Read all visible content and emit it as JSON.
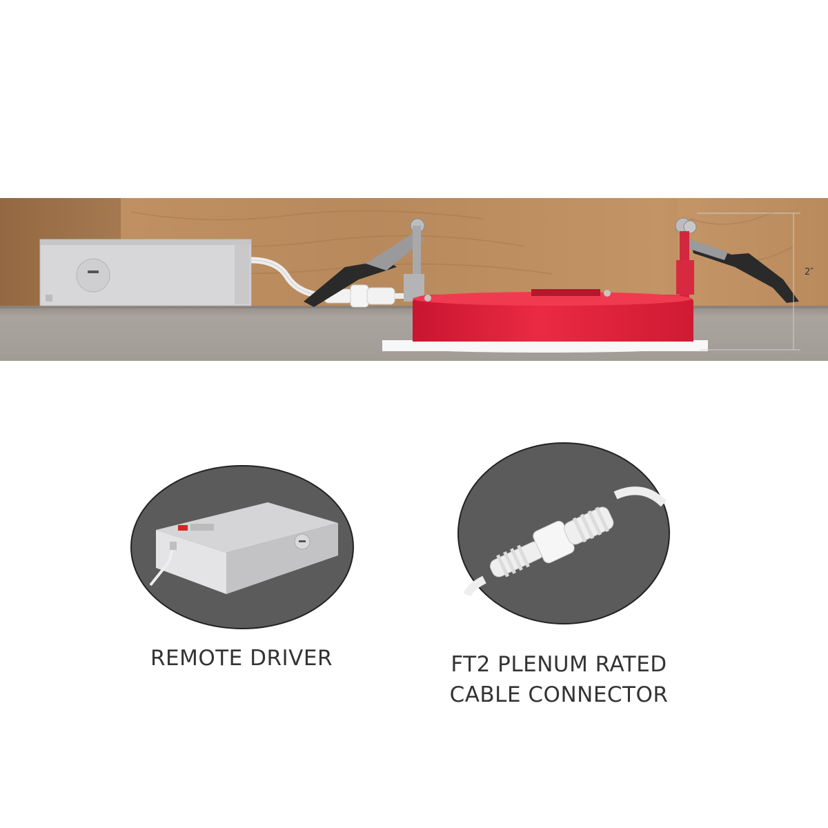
{
  "dimension_label": "2″",
  "captions": {
    "driver": "REMOTE DRIVER",
    "connector_line1": "FT2 PLENUM RATED",
    "connector_line2": "CABLE CONNECTOR"
  },
  "colors": {
    "ceiling": "#a9a39d",
    "wood": "#b9895b",
    "fixture_red": "#e3213a",
    "driver_box": "#d9d9db",
    "circle_bg": "#5a5a5a"
  },
  "icons": [
    "remote-driver-box-icon",
    "cable-connector-icon",
    "recessed-light-icon",
    "mounting-clip-icon"
  ]
}
